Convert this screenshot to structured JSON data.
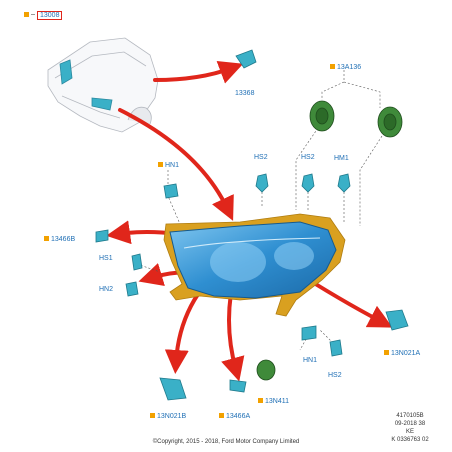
{
  "top_ref": {
    "part": "13008"
  },
  "labels": {
    "p13368": "13368",
    "p13A136": "13A136",
    "hn1_top": "HN1",
    "hs2_a": "HS2",
    "hs2_b": "HS2",
    "hm1": "HM1",
    "p13466B": "13466B",
    "hs1": "HS1",
    "hn2": "HN2",
    "hn1_bottom": "HN1",
    "hs2_bottom": "HS2",
    "p13N021A": "13N021A",
    "p13N021B": "13N021B",
    "p13466A": "13466A",
    "p13N411": "13N411"
  },
  "ref_codes": [
    "4170105B",
    "09-2018 38",
    "KE",
    "K 0336763 02"
  ],
  "copyright": "©Copyright, 2015 - 2018, Ford Motor Company Limited",
  "colors": {
    "arrow": "#e0261b",
    "callout": "#f2a100",
    "label": "#1f6fb5",
    "lamp": "#2f8fd1",
    "bracket": "#d9a020"
  }
}
